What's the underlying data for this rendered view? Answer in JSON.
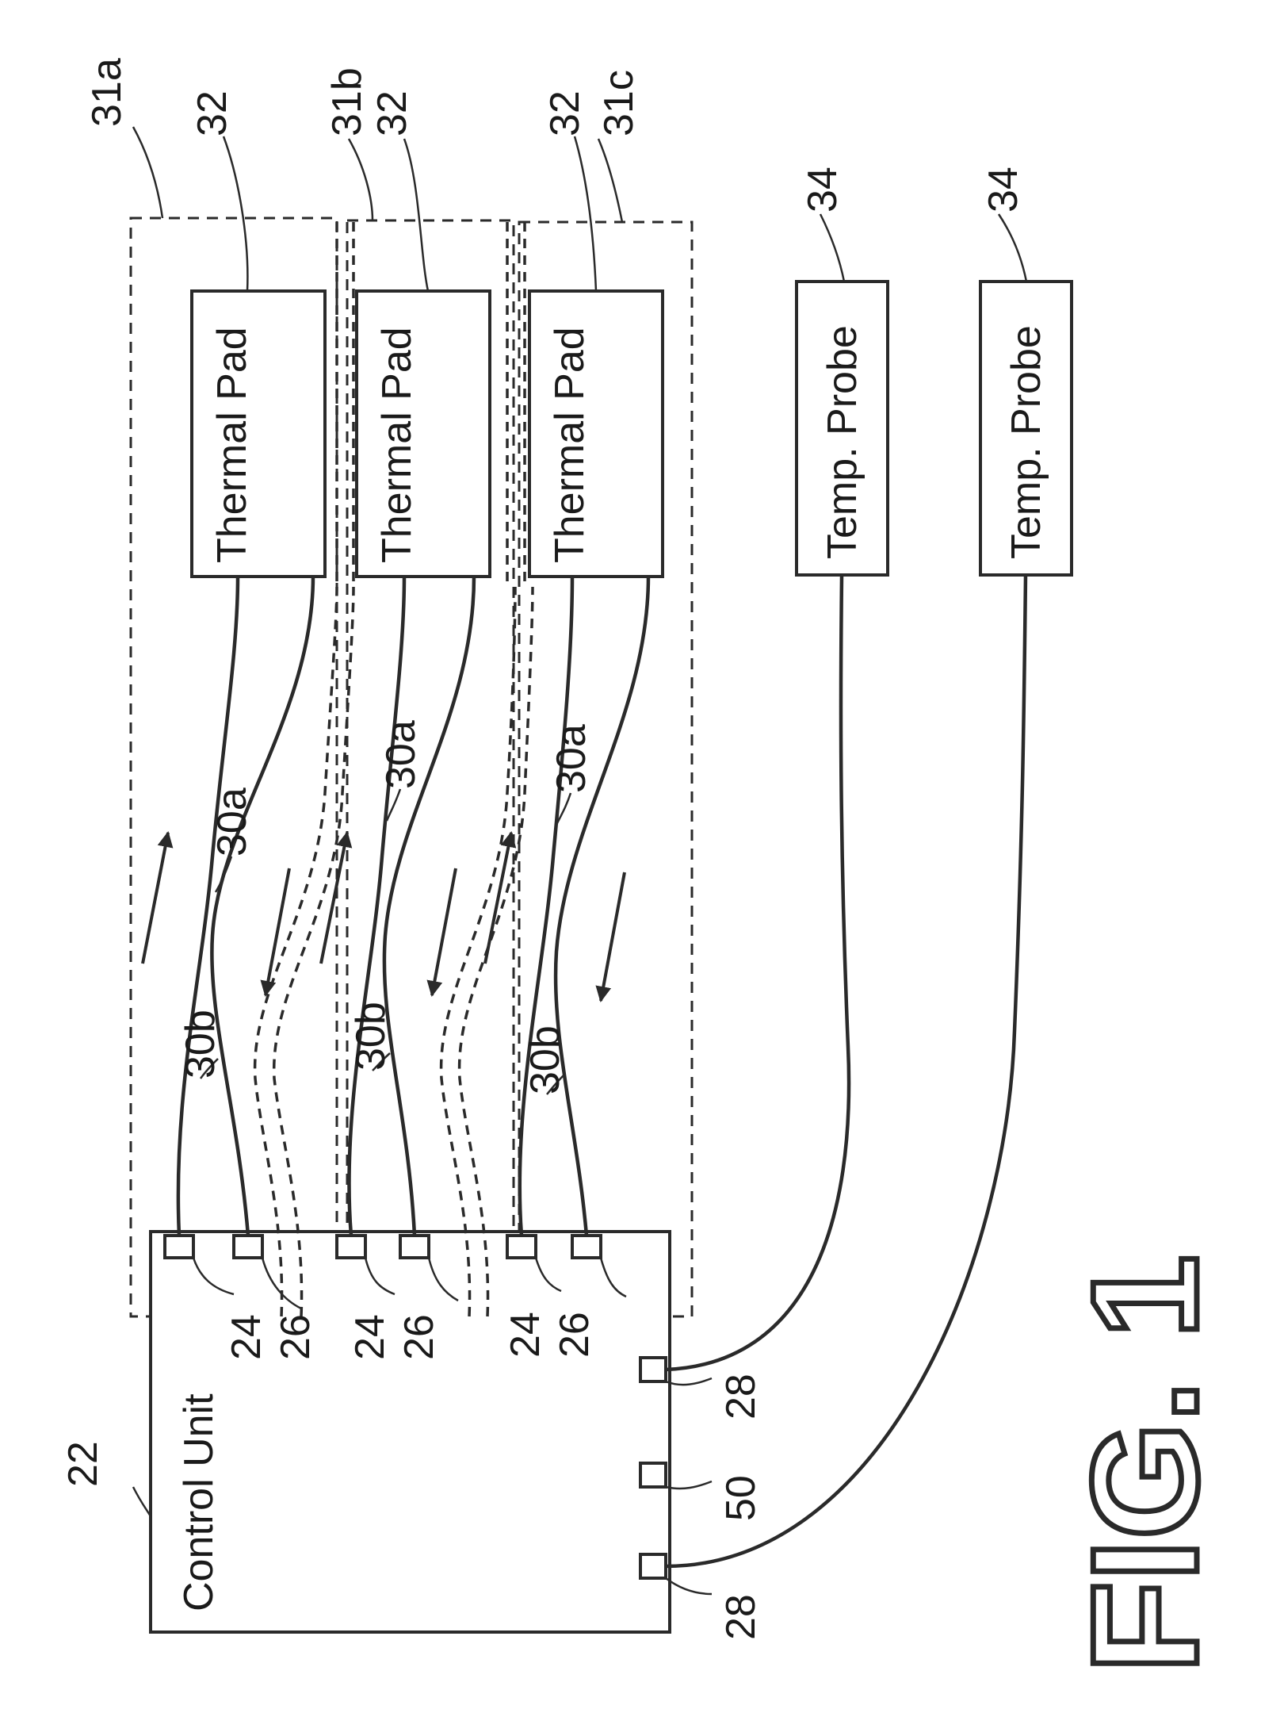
{
  "figure_label": "FIG. 1",
  "control_unit": {
    "label": "Control Unit",
    "ref": "22"
  },
  "thermal_pads": [
    {
      "label": "Thermal Pad",
      "ref": "32"
    },
    {
      "label": "Thermal Pad",
      "ref": "32"
    },
    {
      "label": "Thermal Pad",
      "ref": "32"
    }
  ],
  "temp_probes": [
    {
      "label": "Temp. Probe",
      "ref": "34"
    },
    {
      "label": "Temp. Probe",
      "ref": "34"
    }
  ],
  "zones": [
    "31a",
    "31b",
    "31c"
  ],
  "ports": {
    "inlet": "24",
    "outlet": "26",
    "probe": "28",
    "center": "50"
  },
  "lines": {
    "supply": "30a",
    "return": "30b"
  }
}
